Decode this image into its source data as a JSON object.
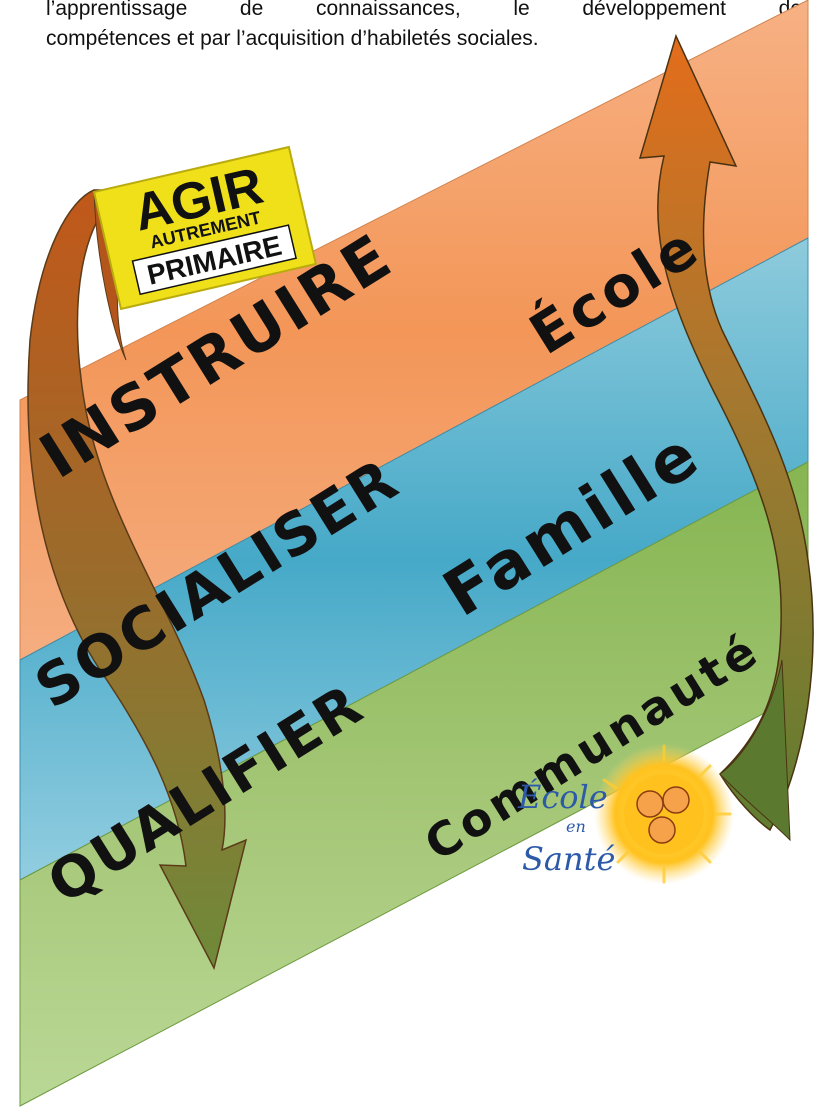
{
  "intro": {
    "line1": "l’apprentissage de connaissances, le développement de",
    "line2": "compétences et par l’acquisition d’habiletés sociales."
  },
  "bands": [
    {
      "word": "INSTRUIRE",
      "place": "École",
      "color": "#f4a36a"
    },
    {
      "word": "SOCIALISER",
      "place": "Famille",
      "color": "#5ab1cc"
    },
    {
      "word": "QUALIFIER",
      "place": "Communauté",
      "color": "#9cc26c"
    }
  ],
  "logo_agir": {
    "line1": "AGIR",
    "line2": "AUTREMENT",
    "line3": "PRIMAIRE",
    "bg_color": "#f2e51c"
  },
  "logo_ecole": {
    "line1": "École",
    "line2": "en",
    "line3": "Santé"
  }
}
